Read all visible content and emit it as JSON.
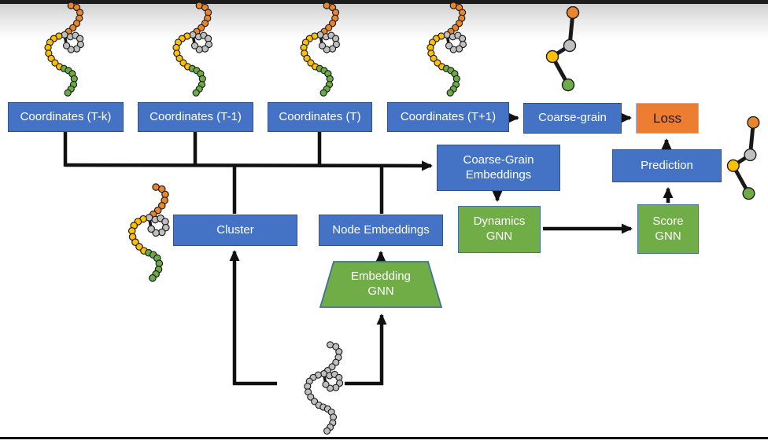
{
  "diagram": {
    "boxes": {
      "coordinates_tk": {
        "label": "Coordinates (T-k)"
      },
      "coordinates_t1": {
        "label": "Coordinates (T-1)"
      },
      "coordinates_t": {
        "label": "Coordinates (T)"
      },
      "coordinates_tp1": {
        "label": "Coordinates (T+1)"
      },
      "coarse_grain": {
        "label": "Coarse-grain"
      },
      "loss": {
        "label": "Loss"
      },
      "cg_embeddings": {
        "label": "Coarse-Grain\nEmbeddings"
      },
      "prediction": {
        "label": "Prediction"
      },
      "cluster": {
        "label": "Cluster"
      },
      "node_embeddings": {
        "label": "Node Embeddings"
      },
      "dynamics_gnn": {
        "label": "Dynamics\nGNN"
      },
      "score_gnn": {
        "label": "Score\nGNN"
      },
      "embedding_gnn": {
        "label": "Embedding\nGNN"
      }
    },
    "colors": {
      "blue_fill": "#4472C4",
      "blue_border": "#2F528F",
      "green_fill": "#70AD47",
      "green_border": "#41719C",
      "orange_fill": "#ED7D31",
      "orange_border": "#9DB7E8",
      "arrow": "#111111"
    },
    "molecule_palette": {
      "orange": "#E8862D",
      "gray": "#BFBFBF",
      "yellow": "#FFC000",
      "green": "#6DAB47",
      "outline": "#1a1a1a"
    },
    "molecules": [
      {
        "name": "fine-molecule-t-k",
        "kind": "polymer",
        "colored": true
      },
      {
        "name": "fine-molecule-t-1",
        "kind": "polymer",
        "colored": true
      },
      {
        "name": "fine-molecule-t",
        "kind": "polymer",
        "colored": true
      },
      {
        "name": "fine-molecule-t+1",
        "kind": "polymer",
        "colored": true
      },
      {
        "name": "coarse-molecule-target",
        "kind": "coarse",
        "colored": true
      },
      {
        "name": "clustered-molecule",
        "kind": "polymer",
        "colored": true
      },
      {
        "name": "input-molecule-uncolored",
        "kind": "polymer",
        "colored": false
      },
      {
        "name": "coarse-molecule-prediction",
        "kind": "coarse",
        "colored": true
      }
    ]
  }
}
